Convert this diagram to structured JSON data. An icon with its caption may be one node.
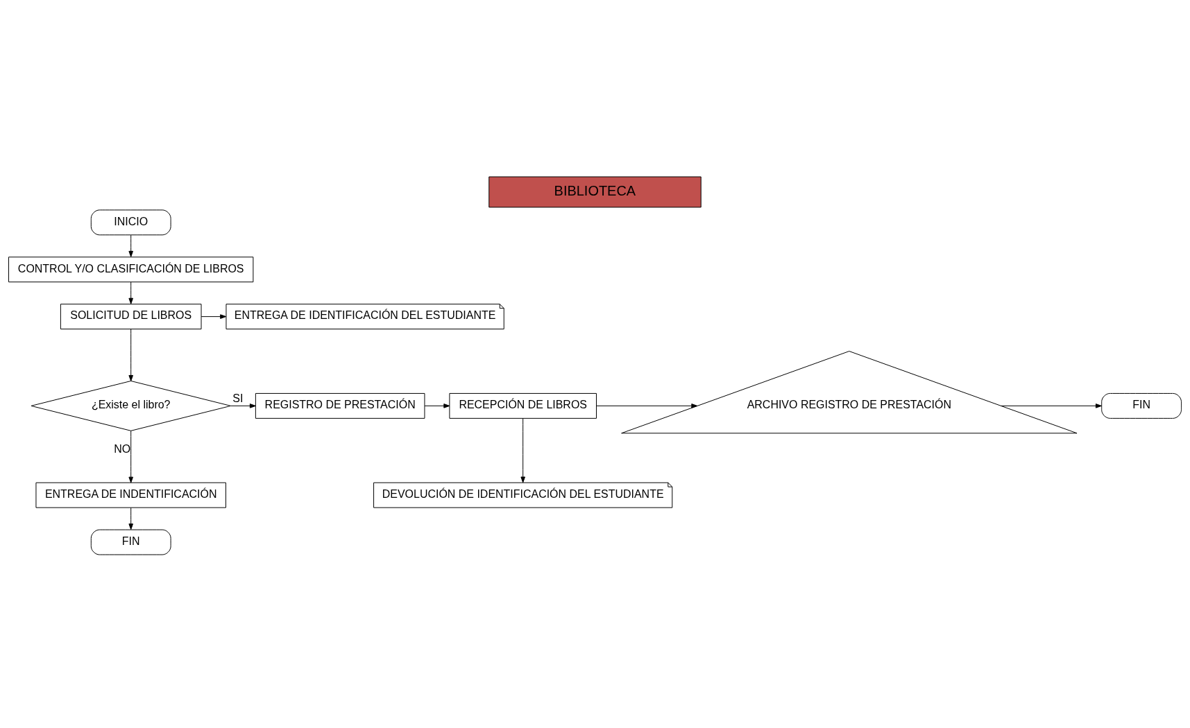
{
  "diagram": {
    "title": "BIBLIOTECA",
    "nodes": [
      {
        "text": [
          "INICIO"
        ]
      },
      {
        "text": [
          "CONTROL Y/O CLASIFICACIÓN DE LIBROS"
        ]
      },
      {
        "text": [
          "SOLICITUD DE LIBROS"
        ]
      },
      {
        "text": [
          "ENTREGA DE IDENTIFICACIÓN DEL ESTUDIANTE"
        ]
      },
      {
        "text": [
          "¿Existe el libro?"
        ]
      },
      {
        "text": [
          "REGISTRO DE PRESTACIÓN"
        ]
      },
      {
        "text": [
          "RECEPCIÓN DE LIBROS"
        ]
      },
      {
        "text": [
          "ARCHIVO REGISTRO DE PRESTACIÓN"
        ]
      },
      {
        "text": [
          "FIN"
        ]
      },
      {
        "text": [
          "DEVOLUCIÓN DE IDENTIFICACIÓN DEL ESTUDIANTE"
        ]
      },
      {
        "text": [
          "ENTREGA DE INDENTIFICACIÓN"
        ]
      },
      {
        "text": [
          "FIN"
        ]
      }
    ],
    "edges": [
      {
        "from": 0,
        "to": 1,
        "arrow": "to"
      },
      {
        "from": 1,
        "to": 2,
        "arrow": "to"
      },
      {
        "from": 2,
        "to": 3,
        "arrow": "to"
      },
      {
        "from": 2,
        "to": 4,
        "arrow": "to"
      },
      {
        "from": 4,
        "to": 5,
        "arrow": "to",
        "label": "SI"
      },
      {
        "from": 5,
        "to": 6,
        "arrow": "to"
      },
      {
        "from": 6,
        "to": 7,
        "arrow": "to"
      },
      {
        "from": 6,
        "to": 9,
        "arrow": "to"
      },
      {
        "from": 7,
        "to": 8,
        "arrow": "to"
      },
      {
        "from": 4,
        "to": 10,
        "arrow": "to",
        "label": "NO"
      },
      {
        "from": 10,
        "to": 11,
        "arrow": "to"
      }
    ]
  }
}
